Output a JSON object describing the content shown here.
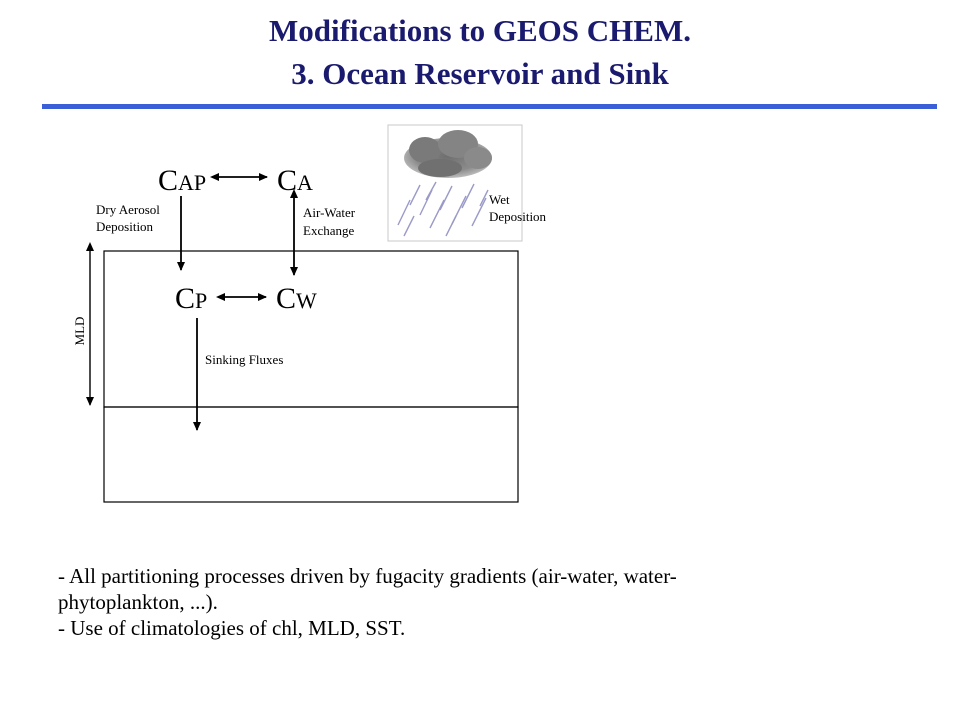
{
  "title": {
    "line1": "Modifications to GEOS CHEM.",
    "line2": "3. Ocean Reservoir and Sink"
  },
  "colors": {
    "title": "#1a1a6e",
    "rule": "#3a5fd6"
  },
  "diagram": {
    "c_ap": {
      "base": "C",
      "sub": "AP"
    },
    "c_a": {
      "base": "C",
      "sub": "A"
    },
    "c_p": {
      "base": "C",
      "sub": "P"
    },
    "c_w": {
      "base": "C",
      "sub": "W"
    },
    "dry_aerosol": [
      "Dry Aerosol",
      "Deposition"
    ],
    "air_water": [
      "Air-Water",
      "Exchange"
    ],
    "wet_deposition": [
      "Wet",
      "Deposition"
    ],
    "sinking_fluxes": "Sinking Fluxes",
    "mld_label": "MLD"
  },
  "bullets": [
    "- All partitioning processes driven by fugacity gradients (air-water, water-",
    "phytoplankton, ...).",
    "- Use of climatologies of chl, MLD, SST."
  ]
}
